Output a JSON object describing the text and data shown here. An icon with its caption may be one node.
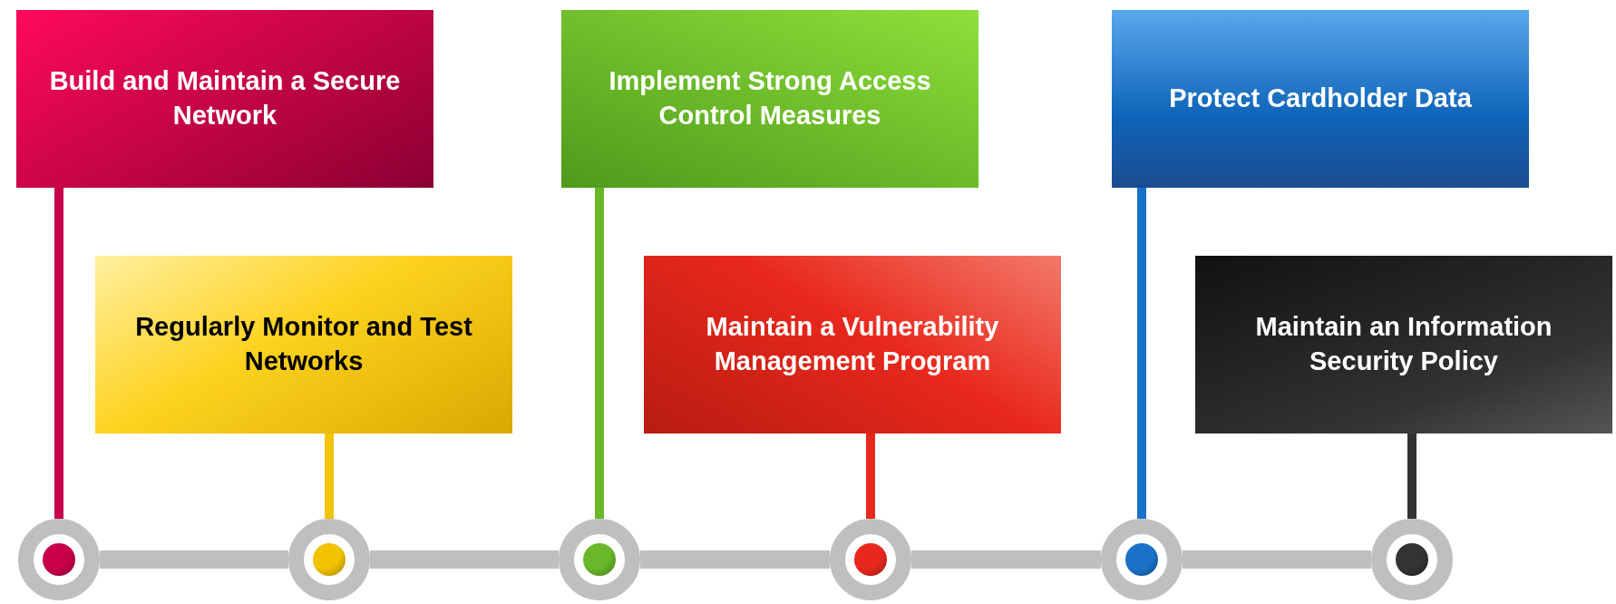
{
  "diagram": {
    "nodes": [
      {
        "text": [
          "Build and Maintain a Secure Network"
        ]
      },
      {
        "text": [
          "Regularly Monitor and Test Networks"
        ]
      },
      {
        "text": [
          "Implement Strong Access Control Measures"
        ]
      },
      {
        "text": [
          "Maintain a Vulnerability Management Program"
        ]
      },
      {
        "text": [
          "Protect Cardholder Data"
        ]
      },
      {
        "text": [
          "Maintain an Information Security Policy"
        ]
      },
      {
        "text": [],
        "shape": "circle"
      },
      {
        "text": [],
        "shape": "circle"
      },
      {
        "text": [],
        "shape": "circle"
      },
      {
        "text": [],
        "shape": "circle"
      },
      {
        "text": [],
        "shape": "circle"
      },
      {
        "text": [],
        "shape": "circle"
      }
    ],
    "edges": [
      {
        "from": 0,
        "to": 6,
        "arrow": "none",
        "color": "#c8004a"
      },
      {
        "from": 1,
        "to": 7,
        "arrow": "none",
        "color": "#f2c300"
      },
      {
        "from": 2,
        "to": 8,
        "arrow": "none",
        "color": "#6ab82a"
      },
      {
        "from": 3,
        "to": 9,
        "arrow": "none",
        "color": "#e8281c"
      },
      {
        "from": 4,
        "to": 10,
        "arrow": "none",
        "color": "#1a72c8"
      },
      {
        "from": 5,
        "to": 11,
        "arrow": "none",
        "color": "#333333"
      },
      {
        "from": 6,
        "to": 7,
        "arrow": "none",
        "style": "thick",
        "color": "#bfbfbf"
      },
      {
        "from": 7,
        "to": 8,
        "arrow": "none",
        "style": "thick",
        "color": "#bfbfbf"
      },
      {
        "from": 8,
        "to": 9,
        "arrow": "none",
        "style": "thick",
        "color": "#bfbfbf"
      },
      {
        "from": 9,
        "to": 10,
        "arrow": "none",
        "style": "thick",
        "color": "#bfbfbf"
      },
      {
        "from": 10,
        "to": 11,
        "arrow": "none",
        "style": "thick",
        "color": "#bfbfbf"
      }
    ]
  }
}
